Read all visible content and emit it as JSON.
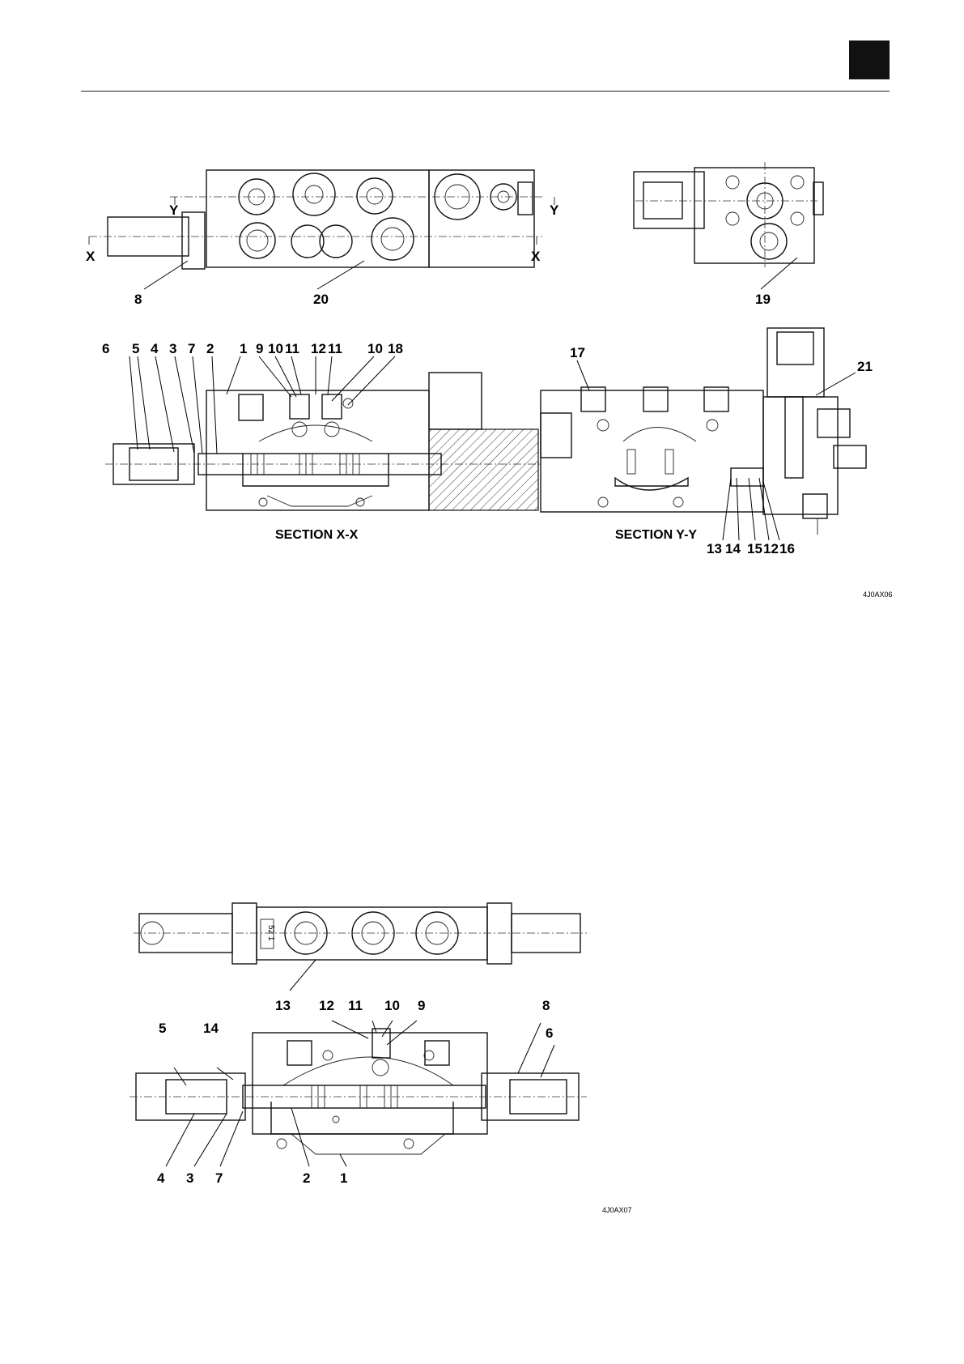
{
  "figure1": {
    "code": "4J0AX06",
    "section_x_title": "SECTION X-X",
    "section_y_title": "SECTION Y-Y",
    "cut_labels": {
      "x": "X",
      "y": "Y"
    },
    "top_view_callouts": [
      "8",
      "20",
      "19"
    ],
    "section_x_callouts": [
      "6",
      "5",
      "4",
      "3",
      "7",
      "2",
      "1",
      "9",
      "10",
      "11",
      "12",
      "11",
      "10",
      "18"
    ],
    "section_y_callouts_top": [
      "17",
      "21"
    ],
    "section_y_callouts_bottom": [
      "13",
      "14",
      "15",
      "12",
      "16"
    ]
  },
  "figure2": {
    "code": "4J0AX07",
    "body_marking": "52 1",
    "top_callouts": [
      "13",
      "12",
      "11",
      "10",
      "9",
      "8"
    ],
    "side_callouts": [
      "5",
      "14",
      "6"
    ],
    "bottom_callouts": [
      "4",
      "3",
      "7",
      "2",
      "1"
    ]
  }
}
